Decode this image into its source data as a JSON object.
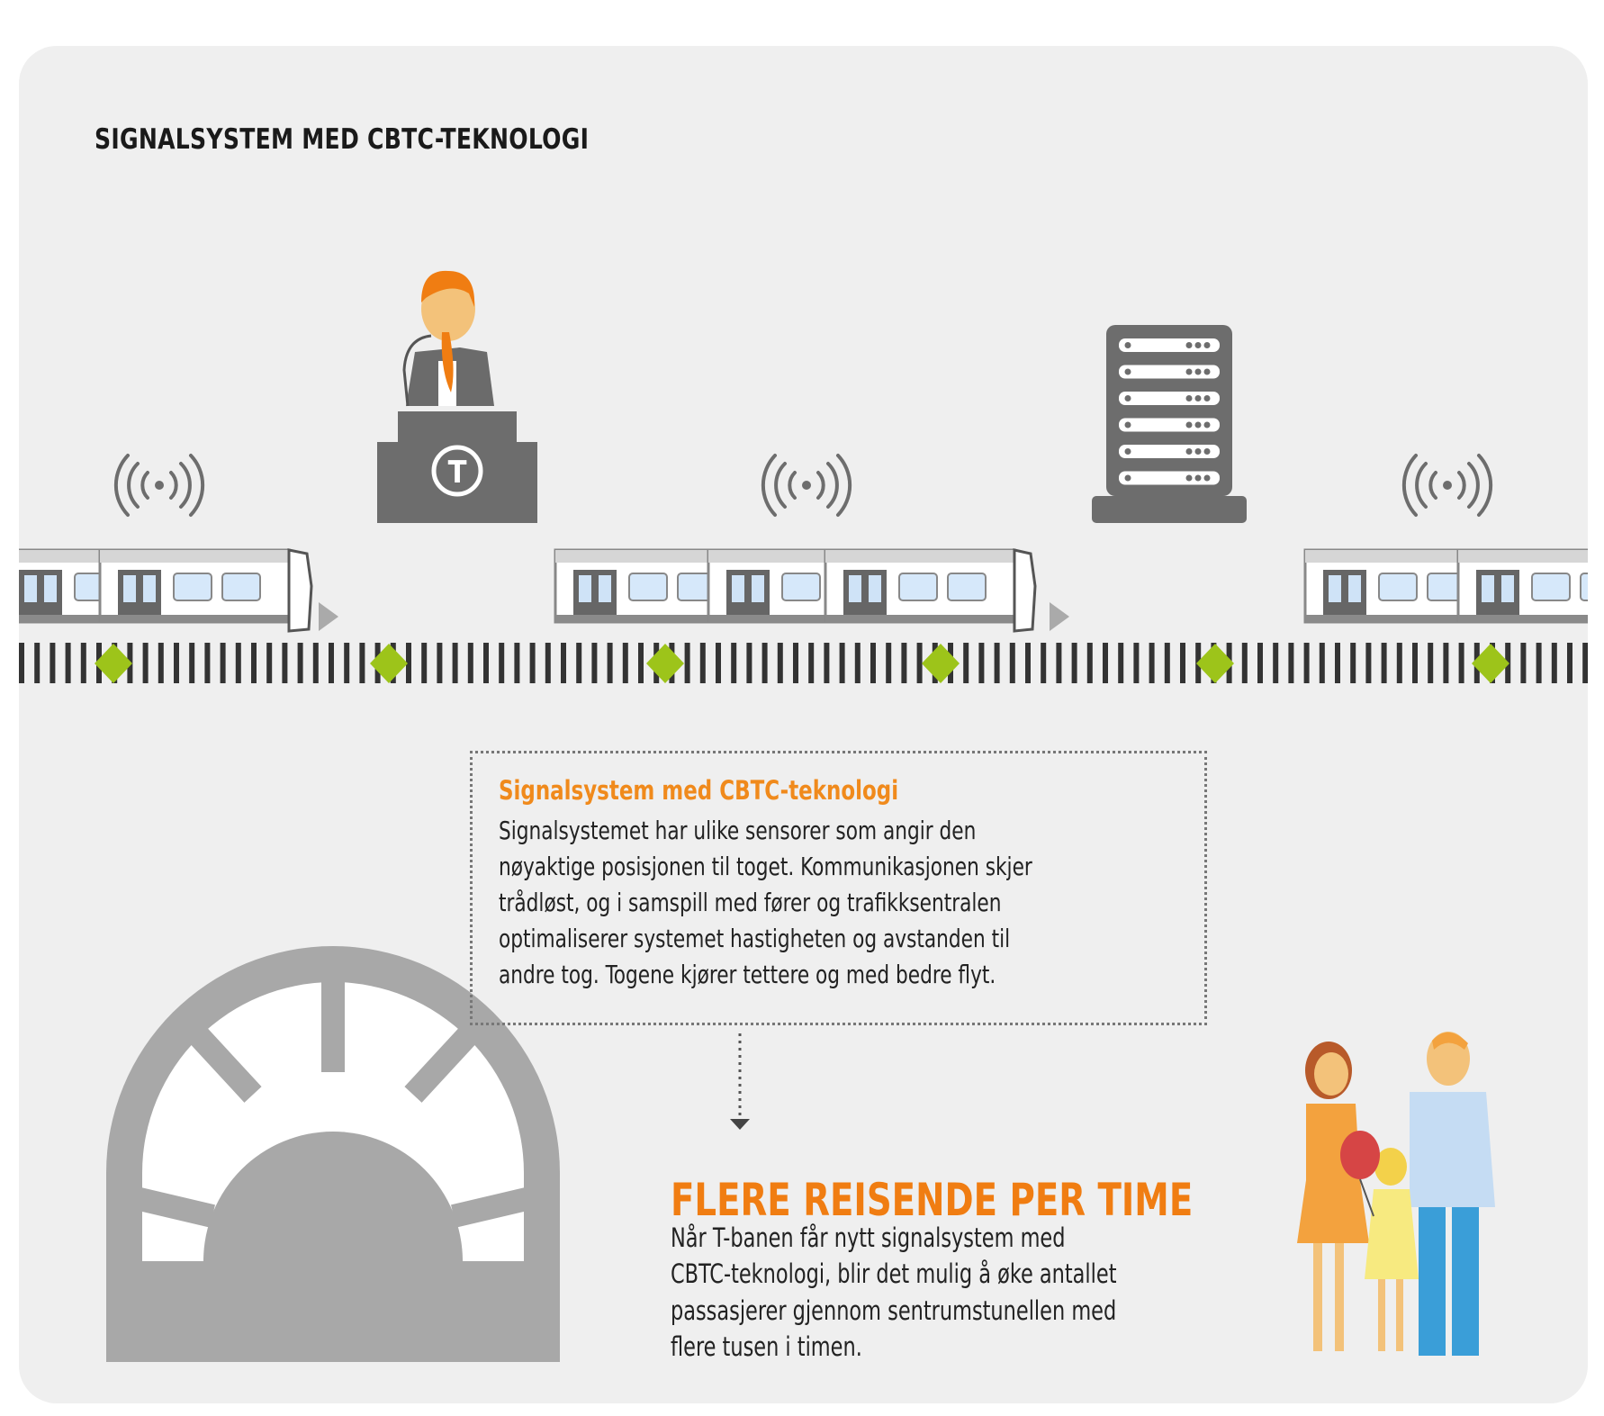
{
  "header": {
    "title": "SIGNALSYSTEM MED CBTC-TEKNOLOGI"
  },
  "info_box": {
    "heading": "Signalsystem med CBTC-teknologi",
    "lines": [
      "Signalsystemet har ulike sensorer som angir den",
      "nøyaktige posisjonen til toget. Kommunikasjonen skjer",
      "trådløst, og i samspill med fører og trafikksentralen",
      "optimaliserer systemet hastigheten og avstanden til",
      "andre tog. Togene kjører tettere og med bedre flyt."
    ]
  },
  "result": {
    "heading": "FLERE REISENDE PER TIME",
    "lines": [
      "Når T-banen får nytt signalsystem med",
      "CBTC-teknologi, blir det mulig å øke antallet",
      "passasjerer gjennom sentrumstunellen med",
      "flere tusen i timen."
    ]
  },
  "icons": [
    "wireless-signal-icon",
    "train-icon",
    "operator-icon",
    "server-rack-icon",
    "tunnel-icon",
    "family-icon",
    "sensor-diamond-icon",
    "direction-arrow-icon"
  ],
  "logo": {
    "letter": "T"
  },
  "colors": {
    "accent": "#f07d12",
    "sensor": "#9dc41a",
    "gray": "#6d6d6d",
    "tunnel": "#a8a8a8",
    "panel": "#efefef"
  }
}
